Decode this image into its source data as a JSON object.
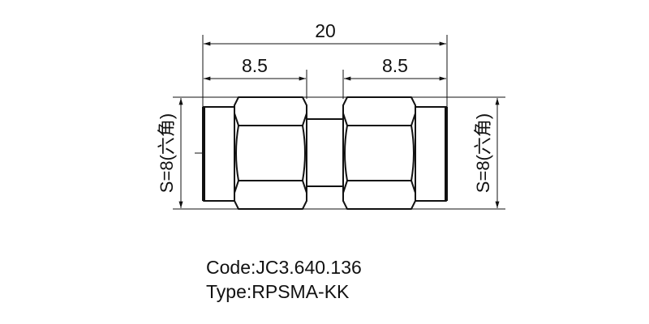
{
  "dimensions": {
    "overall_length": "20",
    "left_hex_length": "8.5",
    "right_hex_length": "8.5",
    "left_hex_size": "S=8(六角)",
    "right_hex_size": "S=8(六角)"
  },
  "info": {
    "code": "Code:JC3.640.136",
    "type": "Type:RPSMA-KK"
  }
}
